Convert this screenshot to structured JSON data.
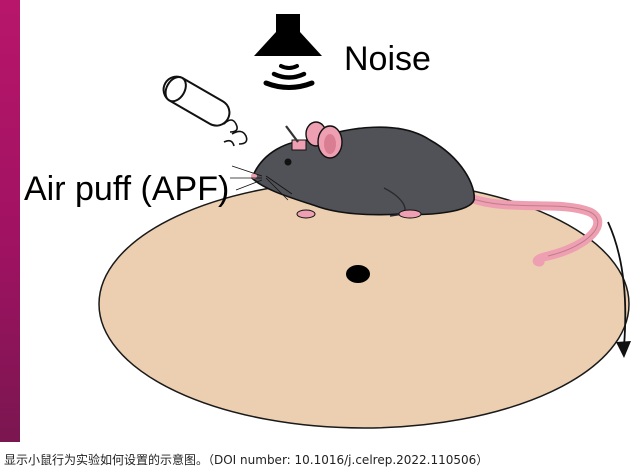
{
  "figure": {
    "labels": {
      "noise": "Noise",
      "air_puff": "Air puff (APF)"
    },
    "colors": {
      "accent_bar": "#b8166a",
      "platform": "#eccfb0",
      "mouse_body": "#505257",
      "mouse_pink": "#ef9fb2"
    }
  },
  "caption": {
    "text": "显示小鼠行为实验如何设置的示意图。（DOI number: 10.1016/j.celrep.2022.110506）"
  }
}
